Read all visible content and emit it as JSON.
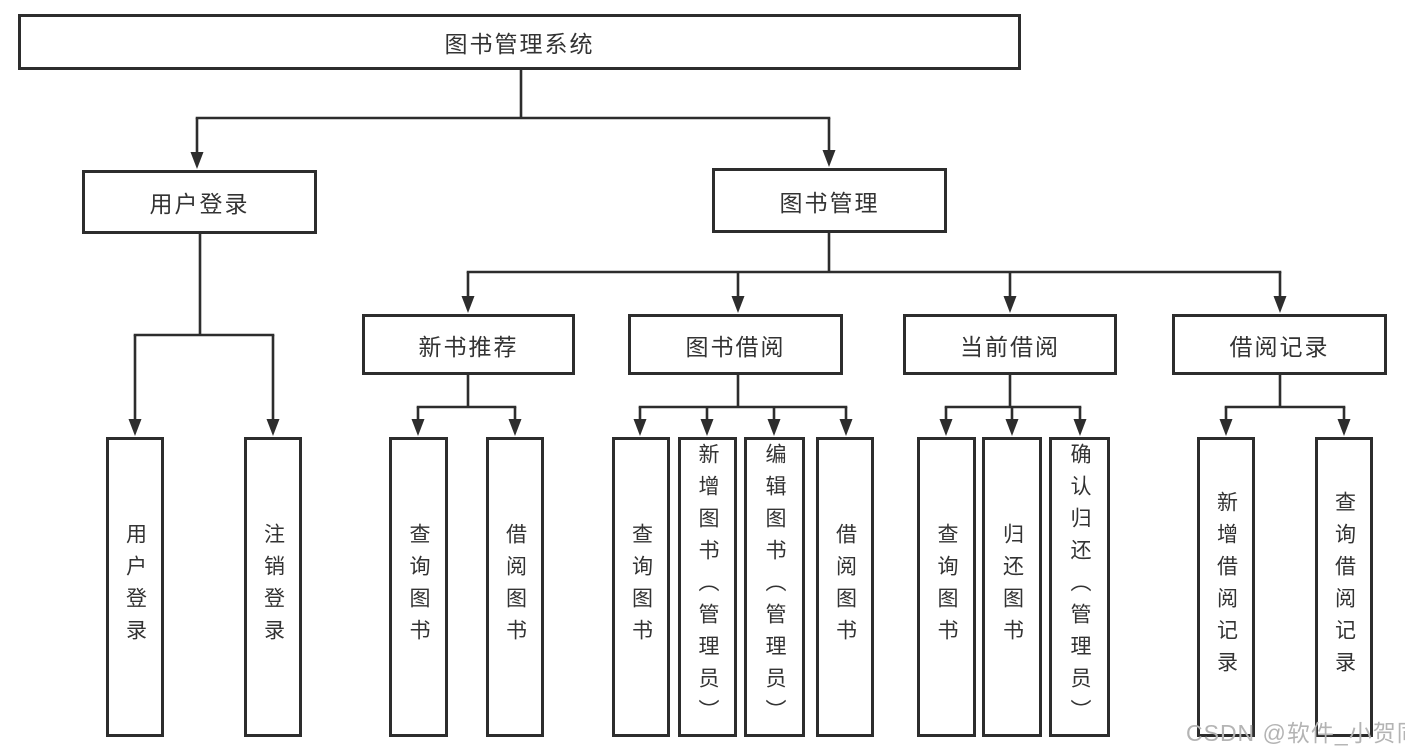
{
  "diagram_title": "图书管理系统",
  "nodes": {
    "root": "图书管理系统",
    "user_login": "用户登录",
    "book_mgmt": "图书管理",
    "new_book_rec": "新书推荐",
    "book_borrow": "图书借阅",
    "current_borrow": "当前借阅",
    "borrow_records": "借阅记录",
    "leaf_user_login": "用户登录",
    "leaf_logout": "注销登录",
    "leaf_query_book_1": "查询图书",
    "leaf_borrow_book_1": "借阅图书",
    "leaf_query_book_2": "查询图书",
    "leaf_add_book": "新增图书（管理员）",
    "leaf_edit_book": "编辑图书（管理员）",
    "leaf_borrow_book_2": "借阅图书",
    "leaf_query_book_3": "查询图书",
    "leaf_return_book": "归还图书",
    "leaf_confirm_return": "确认归还（管理员）",
    "leaf_add_record": "新增借阅记录",
    "leaf_query_record": "查询借阅记录"
  },
  "hierarchy": {
    "图书管理系统": {
      "用户登录": [
        "用户登录",
        "注销登录"
      ],
      "图书管理": {
        "新书推荐": [
          "查询图书",
          "借阅图书"
        ],
        "图书借阅": [
          "查询图书",
          "新增图书（管理员）",
          "编辑图书（管理员）",
          "借阅图书"
        ],
        "当前借阅": [
          "查询图书",
          "归还图书",
          "确认归还（管理员）"
        ],
        "借阅记录": [
          "新增借阅记录",
          "查询借阅记录"
        ]
      }
    }
  },
  "watermark": "CSDN @软件_小贺同学",
  "colors": {
    "line": "#2d2d2d",
    "box_border": "#2d2d2d",
    "text": "#333333",
    "watermark": "#b4b4b4",
    "background": "#ffffff"
  }
}
